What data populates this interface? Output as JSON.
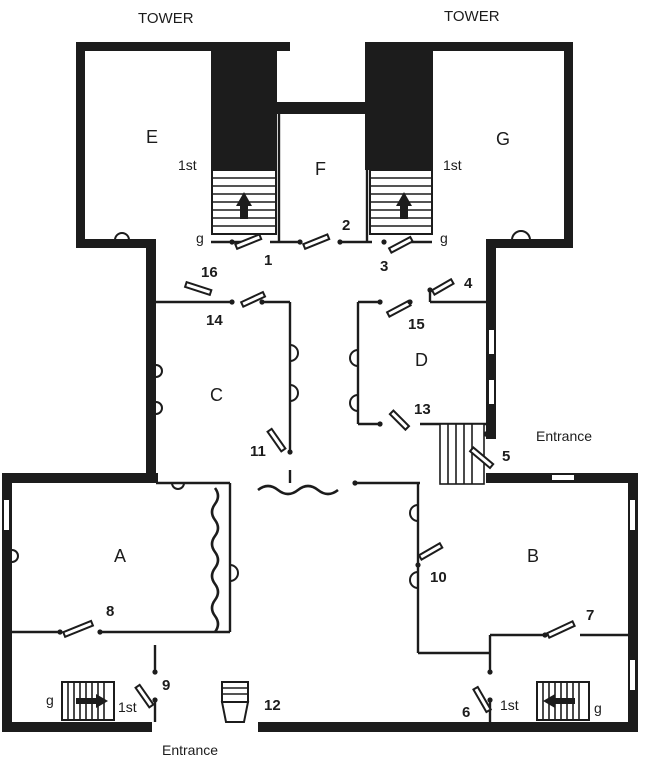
{
  "towers": {
    "left_label": "TOWER",
    "right_label": "TOWER"
  },
  "rooms": {
    "a": "A",
    "b": "B",
    "c": "C",
    "d": "D",
    "e": "E",
    "f": "F",
    "g": "G"
  },
  "floor_marks": {
    "e_1st": "1st",
    "g_1st": "1st",
    "e_g": "g",
    "g_g": "g",
    "sw_g": "g",
    "sw_1st": "1st",
    "se_1st": "1st",
    "se_g": "g"
  },
  "doors": {
    "d1": "1",
    "d2": "2",
    "d3": "3",
    "d4": "4",
    "d5": "5",
    "d6": "6",
    "d7": "7",
    "d8": "8",
    "d9": "9",
    "d10": "10",
    "d11": "11",
    "d12": "12",
    "d13": "13",
    "d14": "14",
    "d15": "15",
    "d16": "16"
  },
  "entrances": {
    "east": "Entrance",
    "south": "Entrance"
  }
}
